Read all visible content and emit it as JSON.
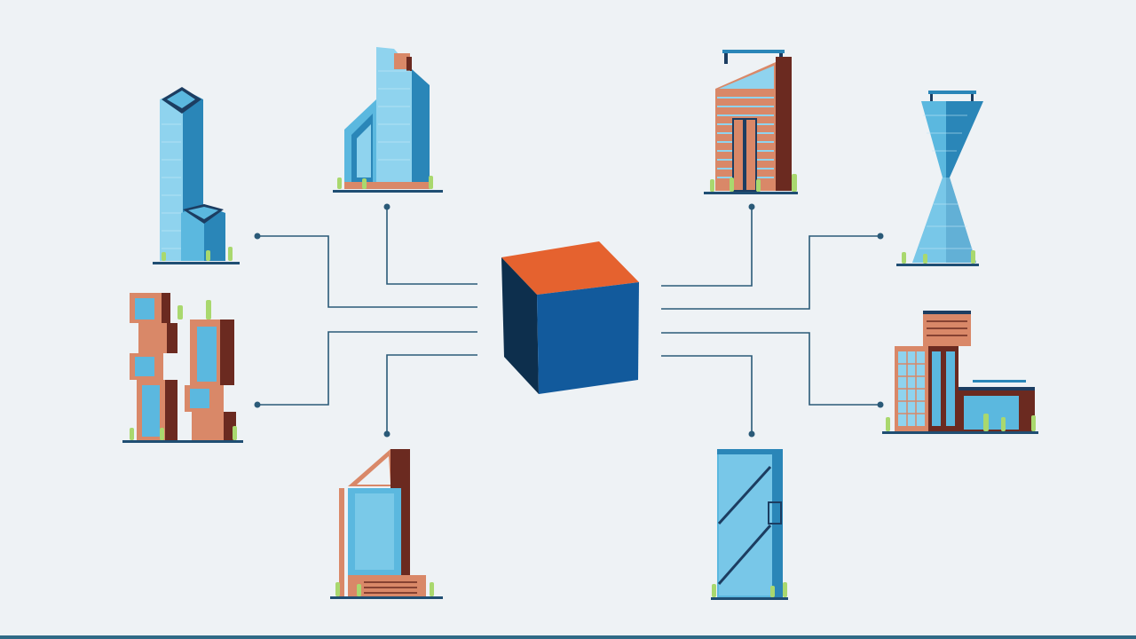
{
  "colors": {
    "background": "#eef2f5",
    "connector": "#2a5a78",
    "cube_top": "#e5622f",
    "cube_front": "#125a9c",
    "cube_side": "#0d2f4d",
    "glass_light": "#8fd3ee",
    "glass_mid": "#5bb8df",
    "glass_dark": "#2a86b8",
    "navy": "#1c3d61",
    "terracotta": "#d98868",
    "brown": "#6b2a20",
    "plant": "#a9d86e",
    "ground": "#1f4e73"
  },
  "hub": {
    "icon": "cube-icon"
  },
  "buildings": [
    {
      "id": "bldg-tall-split-glass",
      "icon": "split-glass-tower-icon"
    },
    {
      "id": "bldg-slanted-glass",
      "icon": "slanted-glass-tower-icon"
    },
    {
      "id": "bldg-stacked-boxes",
      "icon": "stacked-box-building-icon"
    },
    {
      "id": "bldg-angled-roof",
      "icon": "angled-roof-building-icon"
    },
    {
      "id": "bldg-brick-glass",
      "icon": "brick-glass-tower-icon"
    },
    {
      "id": "bldg-twisted-tower",
      "icon": "twisted-tower-icon"
    },
    {
      "id": "bldg-wide-complex",
      "icon": "wide-complex-building-icon"
    },
    {
      "id": "bldg-tall-glass-box",
      "icon": "glass-box-tower-icon"
    }
  ]
}
